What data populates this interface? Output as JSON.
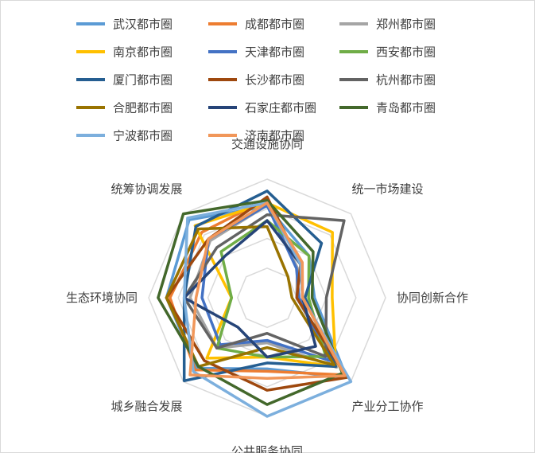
{
  "chart_data": {
    "type": "radar",
    "title": "",
    "axes": [
      "交通设施协同",
      "统一市场建设",
      "协同创新合作",
      "产业分工协作",
      "公共服务协同",
      "城乡融合发展",
      "生态环境协同",
      "统筹协调发展"
    ],
    "rlim": [
      0,
      1
    ],
    "gridlines": 4,
    "legend_position": "top",
    "series": [
      {
        "name": "武汉都市圈",
        "color": "#5b9bd5",
        "values": [
          0.77,
          0.5,
          0.4,
          0.95,
          0.6,
          0.84,
          0.85,
          0.93
        ]
      },
      {
        "name": "成都都市圈",
        "color": "#ed7d31",
        "values": [
          0.83,
          0.4,
          0.3,
          0.92,
          0.62,
          0.86,
          0.82,
          0.78
        ]
      },
      {
        "name": "郑州都市圈",
        "color": "#a5a5a5",
        "values": [
          0.78,
          0.36,
          0.25,
          0.83,
          0.38,
          0.6,
          0.65,
          0.68
        ]
      },
      {
        "name": "南京都市圈",
        "color": "#ffc000",
        "values": [
          0.8,
          0.78,
          0.55,
          0.82,
          0.5,
          0.72,
          0.3,
          0.86
        ]
      },
      {
        "name": "天津都市圈",
        "color": "#4472c4",
        "values": [
          0.78,
          0.35,
          0.27,
          0.75,
          0.36,
          0.56,
          0.55,
          0.7
        ]
      },
      {
        "name": "西安都市圈",
        "color": "#70ad47",
        "values": [
          0.65,
          0.5,
          0.35,
          0.7,
          0.5,
          0.6,
          0.3,
          0.55
        ]
      },
      {
        "name": "厦门都市圈",
        "color": "#255e91",
        "values": [
          0.9,
          0.65,
          0.32,
          0.82,
          0.55,
          0.99,
          0.7,
          0.85
        ]
      },
      {
        "name": "长沙都市圈",
        "color": "#9e480e",
        "values": [
          0.85,
          0.4,
          0.25,
          0.95,
          0.78,
          0.75,
          0.85,
          0.7
        ]
      },
      {
        "name": "杭州都市圈",
        "color": "#636363",
        "values": [
          0.7,
          0.92,
          0.5,
          0.7,
          0.3,
          0.6,
          0.7,
          0.6
        ]
      },
      {
        "name": "合肥都市圈",
        "color": "#997300",
        "values": [
          0.6,
          0.25,
          0.21,
          0.8,
          0.42,
          0.82,
          0.85,
          0.82
        ]
      },
      {
        "name": "石家庄都市圈",
        "color": "#264478",
        "values": [
          0.65,
          0.4,
          0.3,
          0.58,
          0.5,
          0.35,
          0.7,
          0.5
        ]
      },
      {
        "name": "青岛都市圈",
        "color": "#43682b",
        "values": [
          0.82,
          0.55,
          0.38,
          0.9,
          0.9,
          0.82,
          0.92,
          1.0
        ]
      },
      {
        "name": "宁波都市圈",
        "color": "#7cafdd",
        "values": [
          0.8,
          0.4,
          0.3,
          1.0,
          1.0,
          0.88,
          0.7,
          0.95
        ]
      },
      {
        "name": "济南都市圈",
        "color": "#f1975a",
        "values": [
          0.8,
          0.42,
          0.3,
          0.93,
          0.68,
          0.92,
          0.6,
          0.7
        ]
      }
    ]
  }
}
